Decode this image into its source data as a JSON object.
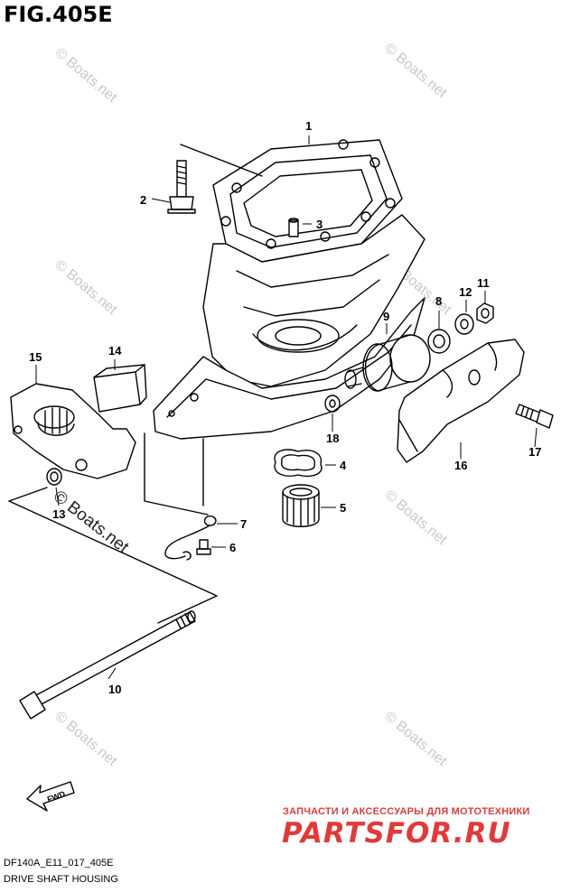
{
  "figure": {
    "title": "FIG.405E",
    "code": "DF140A_E11_017_405E",
    "name": "DRIVE SHAFT HOUSING",
    "fwd_label": "FWD"
  },
  "callouts": [
    "1",
    "2",
    "3",
    "4",
    "5",
    "6",
    "7",
    "8",
    "9",
    "10",
    "11",
    "12",
    "13",
    "14",
    "15",
    "16",
    "17",
    "18"
  ],
  "watermark": {
    "text": "© Boats.net"
  },
  "shop": {
    "tagline": "ЗАПЧАСТИ И АКСЕССУАРЫ ДЛЯ МОТОТЕХНИКИ",
    "logo": "PARTSFOR.RU",
    "accent_color": "#e03a3a"
  },
  "colors": {
    "line": "#000000",
    "watermark": "#c8c8c8",
    "background": "#ffffff"
  }
}
